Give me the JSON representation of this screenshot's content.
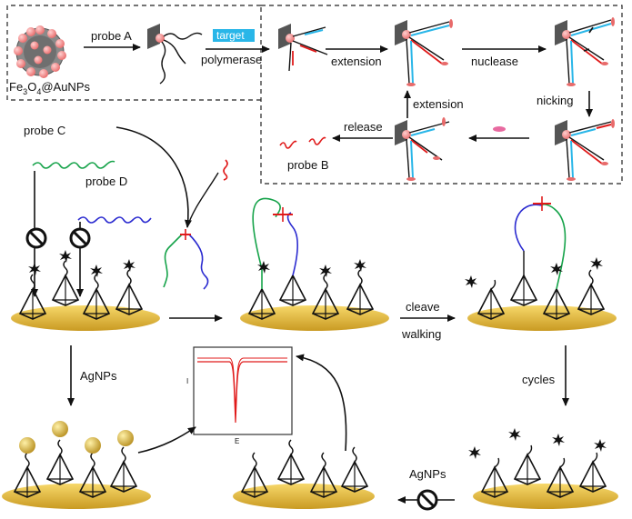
{
  "labels": {
    "probe_a": "probe A",
    "target": "target",
    "polymerase": "polymerase",
    "extension_top": "extension",
    "nuclease": "nuclease",
    "nicking": "nicking",
    "extension_mid": "extension",
    "release": "release",
    "probe_b": "probe B",
    "np_name_main": "Fe",
    "np_name_sub": "3",
    "np_name_rest": "O",
    "np_name_sub2": "4",
    "np_name_tail": "@AuNPs",
    "probe_c": "probe C",
    "probe_d": "probe D",
    "cleave": "cleave",
    "walking": "walking",
    "agnps_left": "AgNPs",
    "cycles": "cycles",
    "agnps_right": "AgNPs",
    "axis_i": "I",
    "axis_e": "E"
  },
  "colors": {
    "gold_platform": "#e8c24a",
    "gold_np": "#c9a93a",
    "accent_red": "#e01b1b",
    "probe_green": "#16a34a",
    "probe_blue": "#2b2bd0",
    "probe_cyan": "#3fc0e0",
    "pink_bead": "#f08080",
    "target_badge": "#29b6e8"
  },
  "icons": [
    "blocked-icon",
    "arrow-icon",
    "tetrahedron-icon",
    "electrode-icon"
  ]
}
